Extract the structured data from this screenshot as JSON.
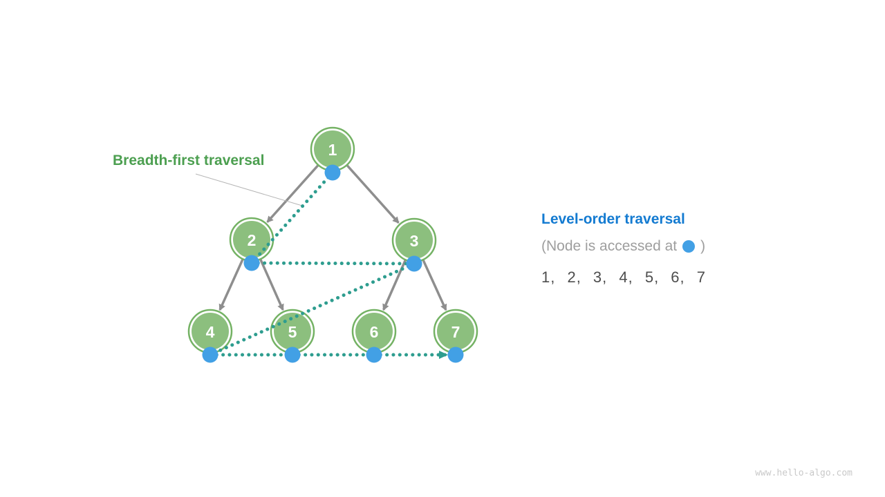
{
  "labels": {
    "bfs_title": "Breadth-first traversal",
    "level_order_title": "Level-order traversal",
    "note_prefix": "(Node is accessed at",
    "note_suffix": ")",
    "watermark": "www.hello-algo.com"
  },
  "tree": {
    "nodes": [
      {
        "id": 1,
        "label": "1"
      },
      {
        "id": 2,
        "label": "2"
      },
      {
        "id": 3,
        "label": "3"
      },
      {
        "id": 4,
        "label": "4"
      },
      {
        "id": 5,
        "label": "5"
      },
      {
        "id": 6,
        "label": "6"
      },
      {
        "id": 7,
        "label": "7"
      }
    ],
    "edges": [
      [
        1,
        2
      ],
      [
        1,
        3
      ],
      [
        2,
        4
      ],
      [
        2,
        5
      ],
      [
        3,
        6
      ],
      [
        3,
        7
      ]
    ],
    "traversal_order": [
      1,
      2,
      3,
      4,
      5,
      6,
      7
    ],
    "sequence_display": [
      "1",
      "2",
      "3",
      "4",
      "5",
      "6",
      "7"
    ]
  },
  "colors": {
    "node_fill": "#8CBF7E",
    "node_ring": "#74B264",
    "node_text": "#FFFFFF",
    "edge_gray": "#8E8E8E",
    "trail_teal": "#2E9D8F",
    "access_dot_blue": "#42A0E5",
    "bfs_title_green": "#4C9F50",
    "level_order_blue": "#147BD1",
    "note_gray": "#9E9E9E",
    "sequence_gray": "#4D4D4D",
    "pointer_line_gray": "#B5B5B5",
    "watermark_gray": "#C9C9C9"
  }
}
